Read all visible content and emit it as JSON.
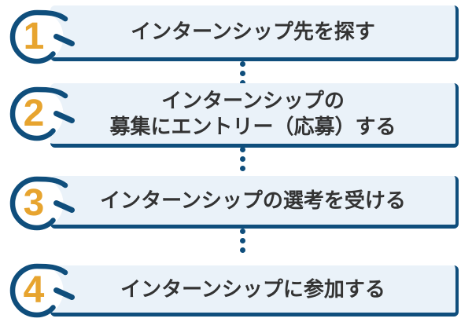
{
  "colors": {
    "navy": "#0F4E7C",
    "orange": "#E7A42F",
    "box_fill": "#EAF2F9",
    "text": "#333333",
    "background": "#FFFFFF"
  },
  "steps": [
    {
      "number": "1",
      "lines": [
        "インターンシップ先を探す"
      ]
    },
    {
      "number": "2",
      "lines": [
        "インターンシップの",
        "募集にエントリー（応募）する"
      ]
    },
    {
      "number": "3",
      "lines": [
        "インターンシップの選考を受ける"
      ]
    },
    {
      "number": "4",
      "lines": [
        "インターンシップに参加する"
      ]
    }
  ],
  "connectors": {
    "count": 3,
    "dots_per_connector": 3
  }
}
